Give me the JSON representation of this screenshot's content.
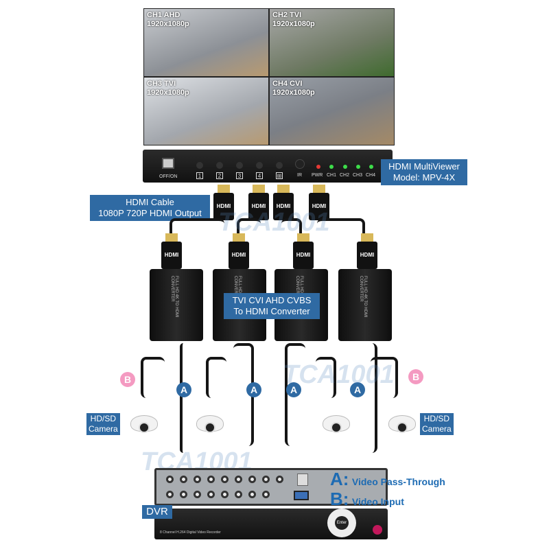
{
  "monitor": {
    "channels": [
      {
        "name": "CH1 AHD",
        "res": "1920x1080p"
      },
      {
        "name": "CH2 TVI",
        "res": "1920x1080p"
      },
      {
        "name": "CH3 TVI",
        "res": "1920x1080p"
      },
      {
        "name": "CH4 CVI",
        "res": "1920x1080p"
      }
    ]
  },
  "multiviewer": {
    "switch_label": "OFF/ON",
    "buttons": [
      "1",
      "2",
      "3",
      "4",
      "⊞"
    ],
    "ir": "IR",
    "leds": [
      "PWR",
      "CH1",
      "CH2",
      "CH3",
      "CH4"
    ],
    "led_colors": {
      "PWR": "#e53935",
      "CH": "#3ddc4a"
    },
    "title": "HDMI MultiViewer",
    "model": "Model: MPV-4X"
  },
  "cable_label": {
    "line1": "HDMI Cable",
    "line2": "1080P 720P HDMI Output"
  },
  "hdmi_plug": "HDMI",
  "converter": {
    "side_text": "FULL HD 4K TO HDMI CONVERTER",
    "label1": "TVI CVI AHD CVBS",
    "label2": "To HDMI Converter"
  },
  "badges": {
    "a": "A",
    "b": "B",
    "a_color": "#2f6aa3",
    "b_color": "#f49ac1"
  },
  "camera": {
    "line1": "HD/SD",
    "line2": "Camera"
  },
  "watermark": "TCA1001",
  "dvr": {
    "label": "DVR",
    "front_text": "8 Channel H.264 Digital Video Recorder",
    "enter": "Enter"
  },
  "legend": {
    "a_key": "A:",
    "a_text": "Video Pass-Through",
    "b_key": "B:",
    "b_text": "Video Input"
  },
  "accent": "#2f6aa3"
}
